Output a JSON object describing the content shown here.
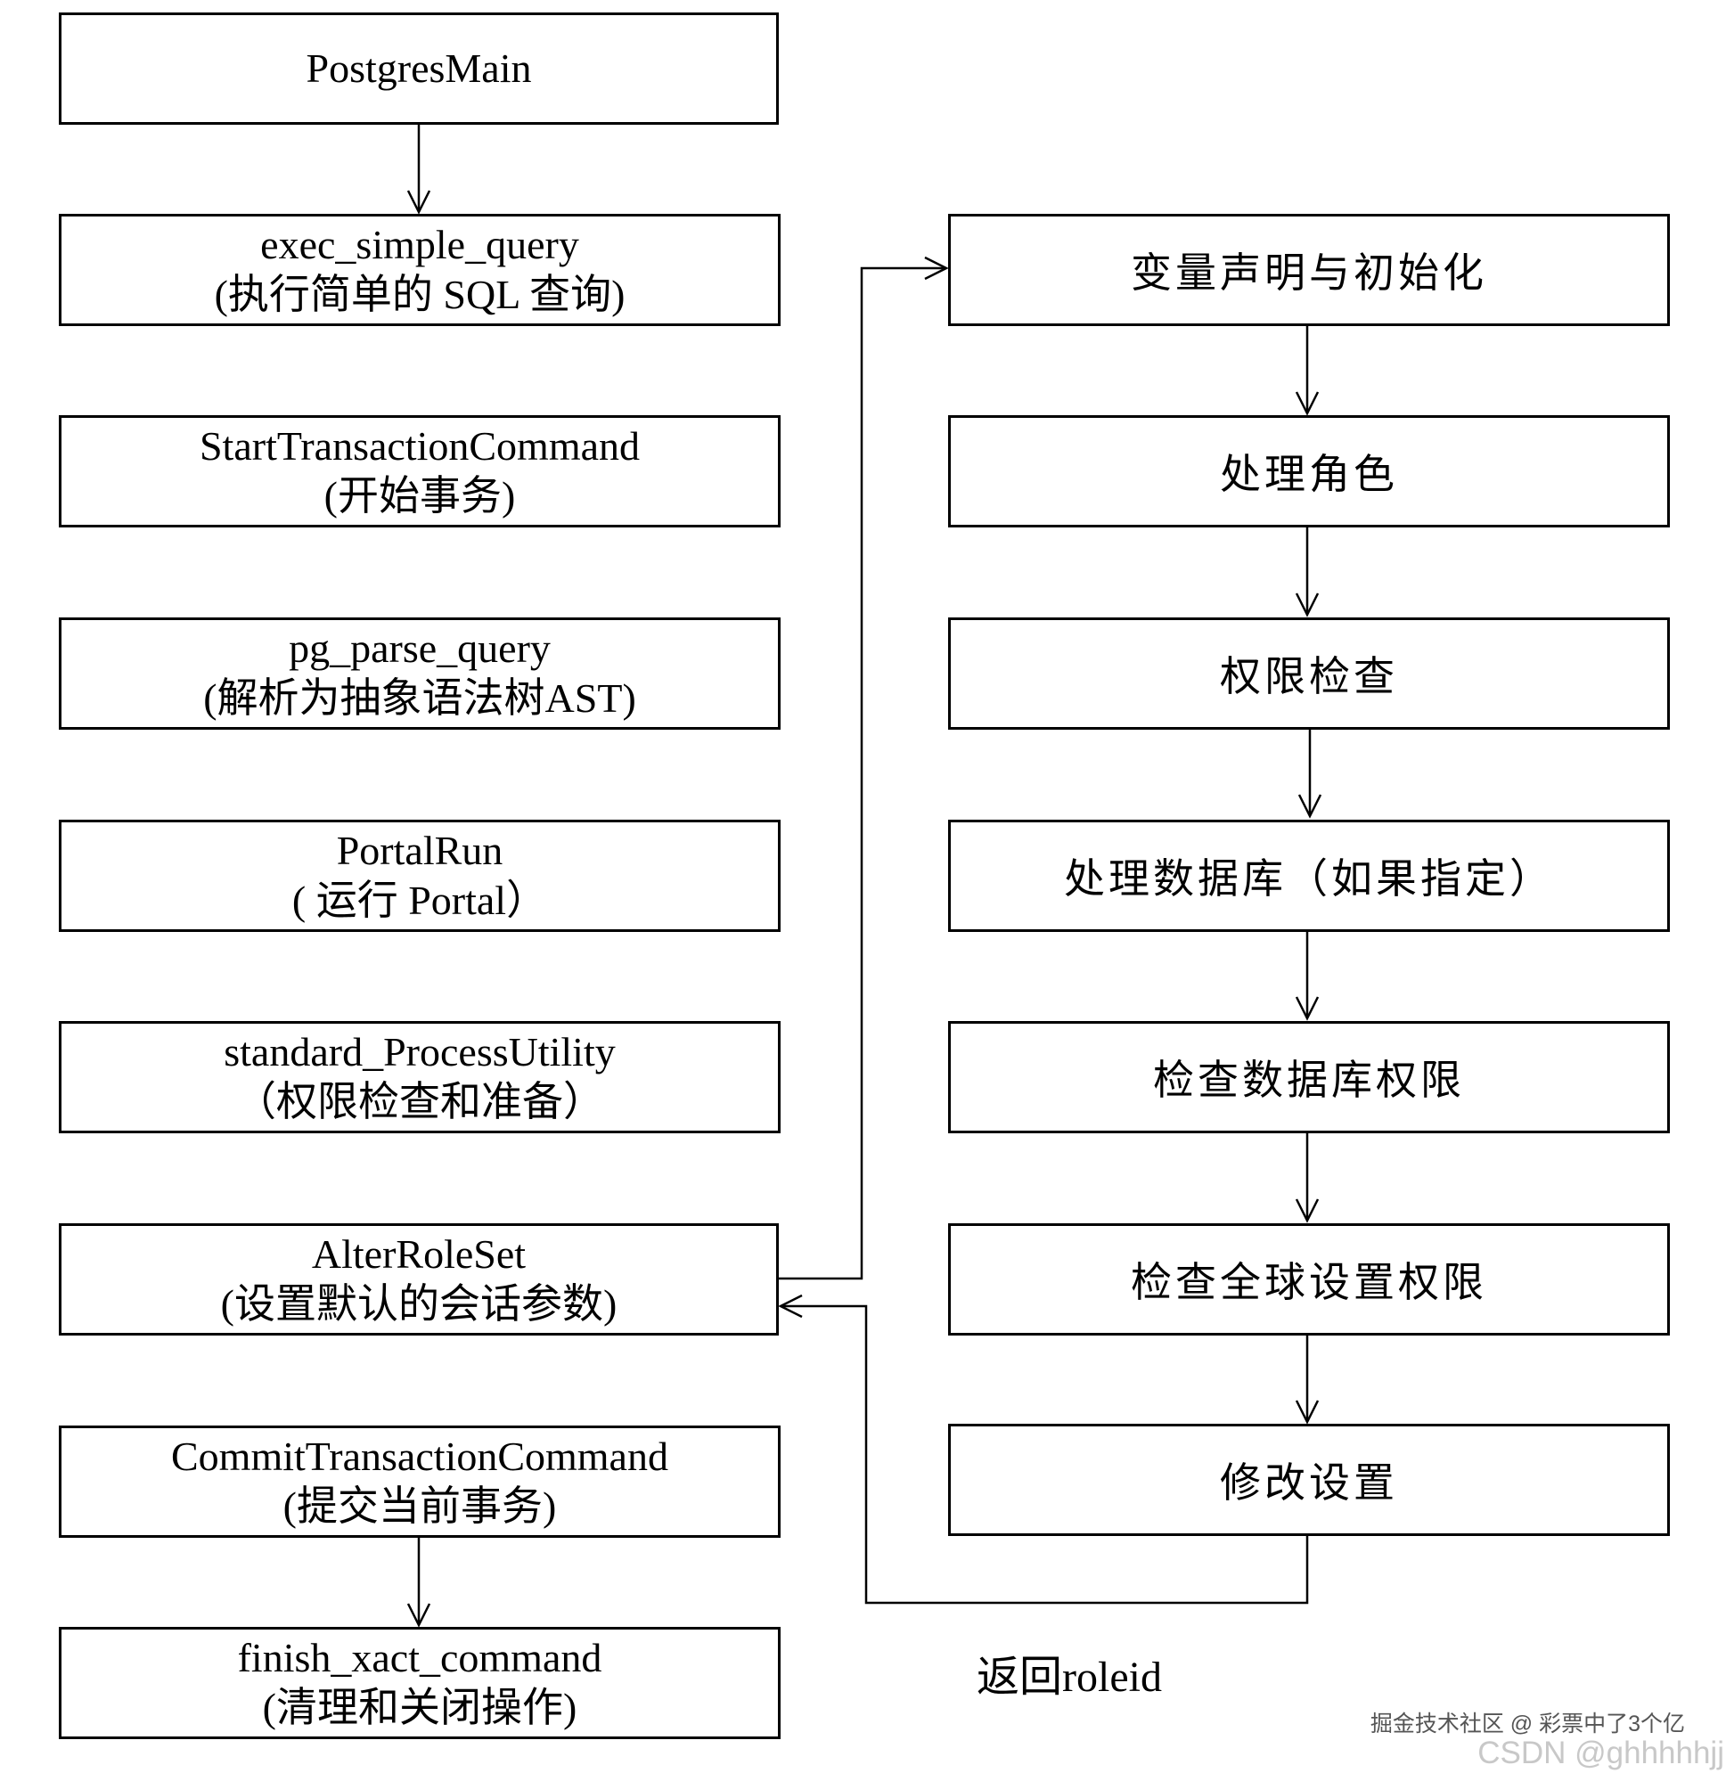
{
  "left_column": [
    {
      "line1": "PostgresMain",
      "line2": ""
    },
    {
      "line1": "exec_simple_query",
      "line2": "(执行简单的 SQL 查询)"
    },
    {
      "line1": "StartTransactionCommand",
      "line2": "(开始事务)"
    },
    {
      "line1": "pg_parse_query",
      "line2": "(解析为抽象语法树AST)"
    },
    {
      "line1": "PortalRun",
      "line2": "( 运行 Portal）"
    },
    {
      "line1": "standard_ProcessUtility",
      "line2": "（权限检查和准备）"
    },
    {
      "line1": "AlterRoleSet",
      "line2": "(设置默认的会话参数)"
    },
    {
      "line1": "CommitTransactionCommand",
      "line2": "(提交当前事务)"
    },
    {
      "line1": "finish_xact_command",
      "line2": "(清理和关闭操作)"
    }
  ],
  "right_column": [
    {
      "label": "变量声明与初始化"
    },
    {
      "label": "处理角色"
    },
    {
      "label": "权限检查"
    },
    {
      "label": "处理数据库（如果指定）"
    },
    {
      "label": "检查数据库权限"
    },
    {
      "label": "检查全球设置权限"
    },
    {
      "label": "修改设置"
    }
  ],
  "return_label": "返回roleid",
  "watermark": {
    "line1": "掘金技术社区 @ 彩票中了3个亿",
    "line2": "CSDN @ghhhhhjj"
  }
}
